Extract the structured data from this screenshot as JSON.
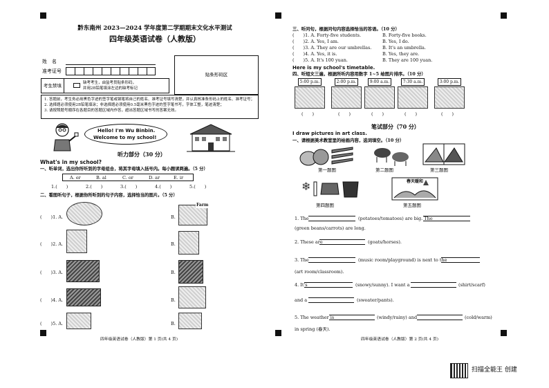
{
  "left": {
    "title_line1": "黔东南州 2023—2024 学年度第二学期期末文化水平测试",
    "title_line2": "四年级英语试卷（人教版）",
    "fields": [
      {
        "label": "姓　名"
      },
      {
        "label": "准考证号"
      }
    ],
    "barcode_label": "贴条形码区",
    "note_label": "考生禁填",
    "note_text_line1": "缺考考生，由监考员贴条形码，",
    "note_text_line2": "并用2B铅笔填涂左边的缺考标记",
    "instructions": [
      "1. 答题前，考生务必用黑色字迹的签字笔或钢笔将自己的姓名、准考证号填写清楚，并认真核准条形码上的姓名、准考证号；",
      "2. 选择题必须使用2B铅笔填涂；非选择题必须使用0.5毫米黑色字迹的签字笔书写，字体工整，笔迹清楚；",
      "3. 请按照题号顺序在各题目的答题区域内作答，超出答题区域书写的答案无效。"
    ],
    "bubble_line1": "Hello! I'm Wu Binbin.",
    "bubble_line2": "Welcome to my school!",
    "listening_header": "听力部分（30 分）",
    "whats_in": "What's in my school?",
    "q1_title": "一、听单词，选出你所听到的字母组合，将其字母填入括号内。每小题读两遍。（5 分）",
    "q1_options": [
      "A. er",
      "B. al",
      "C. or",
      "D. ar",
      "E. ir"
    ],
    "q1_items": [
      "1.(　　)",
      "2.(　　)",
      "3.(　　)",
      "4.(　　)",
      "5.(　　)"
    ],
    "q2_title": "二、看图听句子，根据你所听到的句子内容，选择恰当的图片。（5 分）",
    "q2_rows": [
      {
        "num": "(　　)1. A.",
        "b": "B."
      },
      {
        "num": "(　　)2. A.",
        "b": "B."
      },
      {
        "num": "(　　)3. A.",
        "b": "B."
      },
      {
        "num": "(　　)4. A.",
        "b": "B."
      },
      {
        "num": "(　　)5. A.",
        "b": "B."
      }
    ],
    "farm_label": "Farm",
    "footer": "四年级英语试卷（人教版）第 1 页(共 4 页)"
  },
  "right": {
    "q3_title": "三、听问句，根据问句内容选择恰当的答语。（10 分）",
    "q3_rows": [
      {
        "a": "(　　)1. A. Forty-five students.",
        "b": "B. Forty-five books."
      },
      {
        "a": "(　　)2. A. Yes, I am.",
        "b": "B. Yes, I do."
      },
      {
        "a": "(　　)3. A. They are our umbrellas.",
        "b": "B. It's an umbrella."
      },
      {
        "a": "(　　)4. A. Yes, it is.",
        "b": "B. Yes, they are."
      },
      {
        "a": "(　　)5. A. It's 100 yuan.",
        "b": "B. They are 100 yuan."
      }
    ],
    "timetable": "Here is my school's timetable.",
    "q4_title": "四、听短文三遍，根据所听内容用数字 1~5 给图片排序。（10 分）",
    "times": [
      "5:00 p.m.",
      "2:00 p.m.",
      "9:00 a.m.",
      "7:30 a.m.",
      "3:00 p.m."
    ],
    "paren": "(　　)",
    "written_header": "笔试部分（70 分）",
    "art_class": "I draw pictures in art class.",
    "q1_title": "一、请根据美术教室里的绘画内容，选词填空。（10 分）",
    "pic_labels": [
      "第一题图",
      "第二题图",
      "第三题图",
      "第四题图",
      "第五题图"
    ],
    "spring_sign": "春天暖和",
    "sentences": {
      "s1_a": "1. The",
      "s1_b": "(potatoes/tomatoes) are big. The",
      "s1_c": "(green beans/carrots) are long.",
      "s2_a": "2. These are",
      "s2_b": "(goats/horses).",
      "s3_a": "3. The",
      "s3_b": "(music room/playground) is next to the",
      "s3_c": "(art room/classroom).",
      "s4_a": "4. It's",
      "s4_b": "(snowy/sunny). I want a",
      "s4_c": "(shirt/scarf)",
      "s4_d": "and a",
      "s4_e": "(sweater/pants).",
      "s5_a": "5. The weather is",
      "s5_b": "(windy/rainy) and",
      "s5_c": "(cold/warm)",
      "s5_d": "in spring (春天)."
    },
    "footer": "四年级英语试卷（人教版）第 2 页(共 4 页)",
    "watermark": "扫描全能王  创建"
  }
}
